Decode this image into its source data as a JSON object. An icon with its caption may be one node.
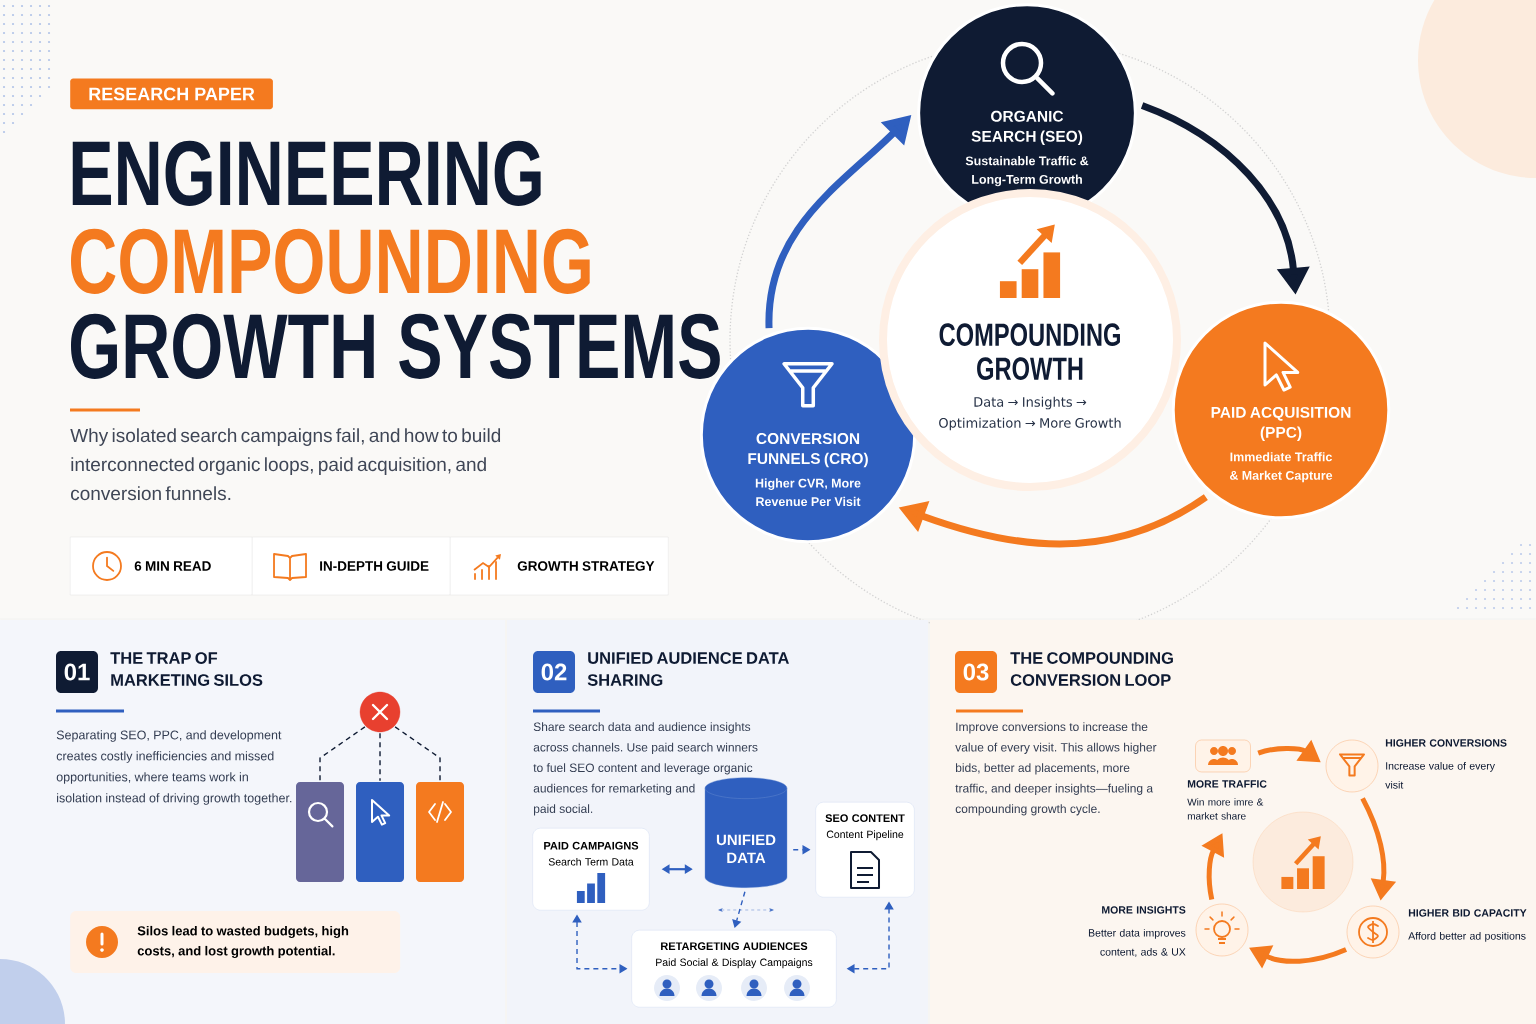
{
  "diagram": {
    "nodes": [
      {
        "text": [
          "RESEARCH PAPER"
        ]
      },
      {
        "text": [
          "6 MIN READ"
        ]
      },
      {
        "text": [
          "IN-DEPTH GUIDE"
        ]
      },
      {
        "text": [
          "GROWTH STRATEGY"
        ]
      },
      {
        "text": [
          "ORGANIC SEARCH (SEO)",
          "Sustainable Traffic & Long-Term Growth"
        ]
      },
      {
        "text": [
          "COMPOUNDING GROWTH",
          "Data → Insights → Optimization → More Growth"
        ]
      },
      {
        "text": [
          "CONVERSION FUNNELS (CRO)",
          "Higher CVR, More Revenue Per Visit"
        ]
      },
      {
        "text": [
          "PAID ACQUISITION (PPC)",
          "Immediate Traffic & Market Capture"
        ]
      },
      {
        "text": [
          "01"
        ],
        "beside": [
          "THE TRAP OF MARKETING SILOS"
        ]
      },
      {
        "text": [],
        "shape": "circle"
      },
      {
        "text": [],
        "shape": "bar"
      },
      {
        "text": [],
        "shape": "bar"
      },
      {
        "text": [],
        "shape": "bar"
      },
      {
        "text": [
          "Silos lead to wasted budgets, high costs, and lost growth potential."
        ]
      },
      {
        "text": [
          "02"
        ],
        "beside": [
          "UNIFIED AUDIENCE DATA SHARING"
        ]
      },
      {
        "text": [
          "PAID CAMPAIGNS",
          "Search Term Data"
        ]
      },
      {
        "text": [
          "UNIFIED DATA"
        ]
      },
      {
        "text": [
          "SEO CONTENT",
          "Content Pipeline"
        ]
      },
      {
        "text": [
          "RETARGETING AUDIENCES",
          "Paid Social & Display Campaigns"
        ]
      },
      {
        "text": [
          "03"
        ],
        "beside": [
          "THE COMPOUNDING CONVERSION LOOP"
        ]
      },
      {
        "text": [
          "MORE TRAFFIC",
          "Win more imre & market share"
        ]
      },
      {
        "text": [
          "HIGHER CONVERSIONS",
          "Increase value of every visit"
        ]
      },
      {
        "text": [],
        "shape": "circle"
      },
      {
        "text": [
          "MORE INSIGHTS",
          "Better data improves content, ads & UX"
        ]
      },
      {
        "text": [
          "HIGHER BID CAPACITY",
          "Afford better ad positions"
        ]
      }
    ],
    "edges": [
      {
        "from": 4,
        "to": 7,
        "arrow": "to",
        "style": "thick",
        "color": "#0f1b33"
      },
      {
        "from": 7,
        "to": 6,
        "arrow": "to",
        "style": "thick",
        "color": "#f47a1f"
      },
      {
        "from": 6,
        "to": 4,
        "arrow": "to",
        "style": "thick",
        "color": "#2f5fbf"
      },
      {
        "from": 9,
        "to": 10,
        "arrow": "none",
        "style": "dashed",
        "color": "#0f1b33"
      },
      {
        "from": 9,
        "to": 11,
        "arrow": "none",
        "style": "dashed",
        "color": "#0f1b33"
      },
      {
        "from": 9,
        "to": 12,
        "arrow": "none",
        "style": "dashed",
        "color": "#0f1b33"
      },
      {
        "from": 15,
        "to": 16,
        "arrow": "both",
        "color": "#2f5fbf"
      },
      {
        "from": 16,
        "to": 17,
        "arrow": "to",
        "style": "dashed",
        "color": "#2f5fbf"
      },
      {
        "from": 16,
        "to": 18,
        "arrow": "to",
        "style": "dashed",
        "color": "#2f5fbf"
      },
      {
        "from": 15,
        "to": 18,
        "arrow": "both",
        "style": "dashed",
        "color": "#2f5fbf"
      },
      {
        "from": 18,
        "to": 17,
        "arrow": "both",
        "style": "dashed",
        "color": "#2f5fbf"
      },
      {
        "from": 20,
        "to": 21,
        "arrow": "to",
        "style": "thick",
        "color": "#f47a1f"
      },
      {
        "from": 21,
        "to": 24,
        "arrow": "to",
        "style": "thick",
        "color": "#f47a1f"
      },
      {
        "from": 24,
        "to": 23,
        "arrow": "to",
        "style": "thick",
        "color": "#f47a1f"
      },
      {
        "from": 23,
        "to": 20,
        "arrow": "to",
        "style": "thick",
        "color": "#f47a1f"
      }
    ],
    "labels": [
      "ENGINEERING",
      "COMPOUNDING",
      "GROWTH SYSTEMS",
      "Why isolated search campaigns fail, and how to build interconnected organic loops, paid acquisition, and conversion funnels.",
      "Separating SEO, PPC, and development creates costly inefficiencies and missed opportunities, where teams work in isolation instead of driving growth together.",
      "Share search data and audience insights across channels. Use paid search winners to fuel SEO content and leverage organic audiences for remarketing and paid social.",
      "Improve conversions to increase the value of every visit. This allows higher bids, better ad placements, more traffic, and deeper insights—fueling a compounding growth cycle."
    ]
  }
}
